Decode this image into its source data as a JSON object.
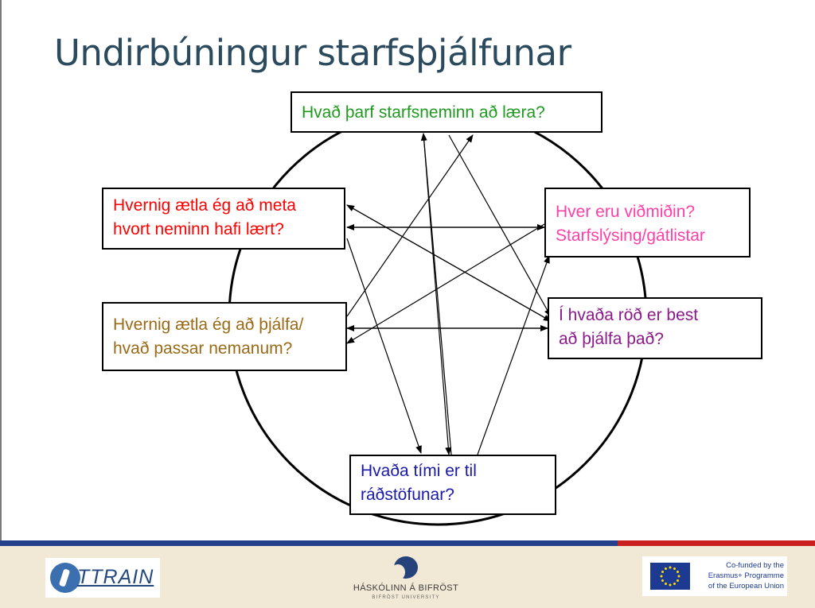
{
  "title": "Undirbúningur starfsþjálfunar",
  "boxes": {
    "top": {
      "lines": [
        "Hvað þarf starfsneminn að læra?"
      ],
      "color": "#1f9a1f"
    },
    "left_top": {
      "lines": [
        "Hvernig ætla ég að meta",
        "hvort neminn hafi lært?"
      ],
      "color": "#ff0000"
    },
    "right_top": {
      "lines": [
        "Hver eru viðmiðin?",
        "Starfslýsing/gátlistar"
      ],
      "color": "#ff3fa8"
    },
    "left_mid": {
      "lines": [
        "Hvernig ætla ég að þjálfa/",
        "hvað passar nemanum?"
      ],
      "color": "#9a6a16"
    },
    "right_mid": {
      "lines": [
        "Í hvaða röð er best",
        "að þjálfa það?"
      ],
      "color": "#8a1a8a"
    },
    "bottom": {
      "lines": [
        "Hvaða tími er til",
        "ráðstöfunar?"
      ],
      "color": "#1a1aa8"
    }
  },
  "footer": {
    "ittrain_logo": "TTRAIN",
    "university_name": "HÁSKÓLINN Á BIFRÖST",
    "university_sub": "BIFRÖST UNIVERSITY",
    "eu_lines": [
      "Co-funded by the",
      "Erasmus+ Programme",
      "of the European Union"
    ]
  },
  "icons": [
    "ittrain-logo-icon",
    "bifrost-logo-icon",
    "eu-flag-icon"
  ]
}
